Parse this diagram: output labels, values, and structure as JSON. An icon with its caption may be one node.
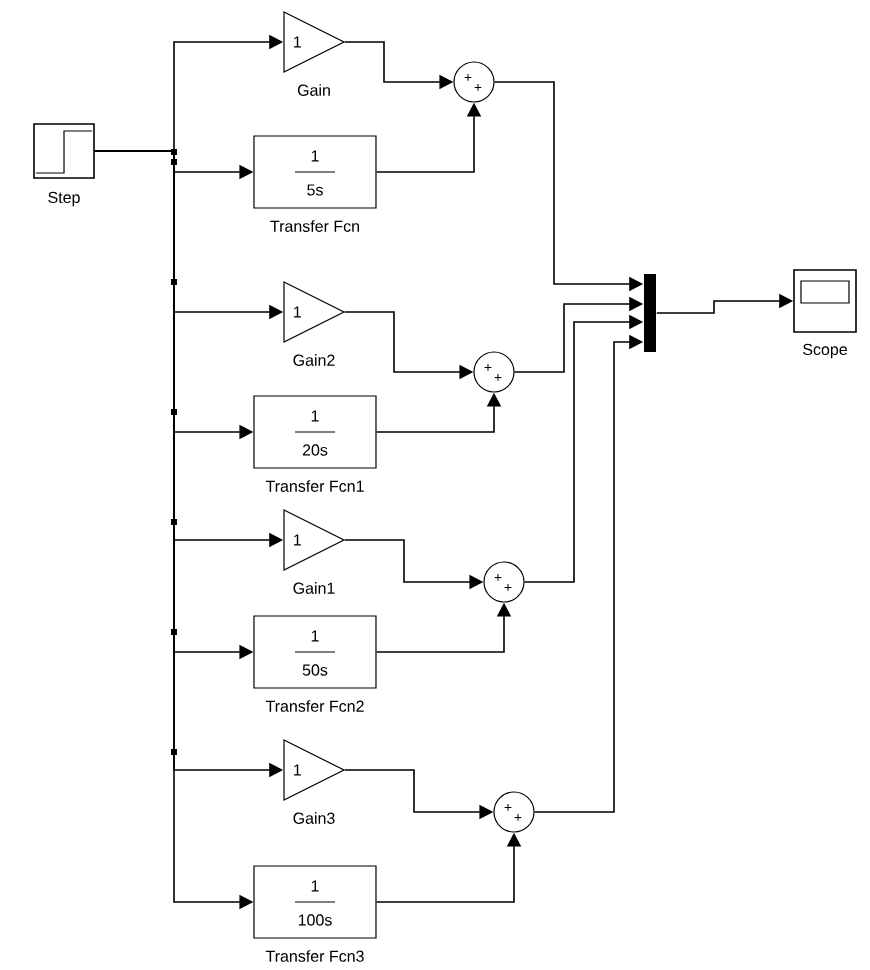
{
  "diagram": {
    "nodes": [
      {
        "text": [],
        "shape": "box",
        "beside": [
          "Step"
        ]
      },
      {
        "text": [
          "1"
        ],
        "beside": [
          "Gain"
        ]
      },
      {
        "text": [
          "1",
          "5s"
        ],
        "beside": [
          "Transfer Fcn"
        ]
      },
      {
        "text": [
          "+",
          "+"
        ]
      },
      {
        "text": [
          "1"
        ],
        "beside": [
          "Gain2"
        ]
      },
      {
        "text": [
          "1",
          "20s"
        ],
        "beside": [
          "Transfer Fcn1"
        ]
      },
      {
        "text": [
          "+",
          "+"
        ]
      },
      {
        "text": [
          "1"
        ],
        "beside": [
          "Gain1"
        ]
      },
      {
        "text": [
          "1",
          "50s"
        ],
        "beside": [
          "Transfer Fcn2"
        ]
      },
      {
        "text": [
          "+",
          "+"
        ]
      },
      {
        "text": [
          "1"
        ],
        "beside": [
          "Gain3"
        ]
      },
      {
        "text": [
          "1",
          "100s"
        ],
        "beside": [
          "Transfer Fcn3"
        ]
      },
      {
        "text": [
          "+",
          "+"
        ]
      },
      {
        "text": [],
        "shape": "bar"
      },
      {
        "text": [],
        "shape": "box",
        "beside": [
          "Scope"
        ]
      }
    ],
    "edges": [
      {
        "from": 0,
        "to": 1,
        "arrow": "to"
      },
      {
        "from": 0,
        "to": 2,
        "arrow": "to"
      },
      {
        "from": 0,
        "to": 4,
        "arrow": "to"
      },
      {
        "from": 0,
        "to": 5,
        "arrow": "to"
      },
      {
        "from": 0,
        "to": 7,
        "arrow": "to"
      },
      {
        "from": 0,
        "to": 8,
        "arrow": "to"
      },
      {
        "from": 0,
        "to": 10,
        "arrow": "to"
      },
      {
        "from": 0,
        "to": 11,
        "arrow": "to"
      },
      {
        "from": 1,
        "to": 3,
        "arrow": "to"
      },
      {
        "from": 2,
        "to": 3,
        "arrow": "to"
      },
      {
        "from": 4,
        "to": 6,
        "arrow": "to"
      },
      {
        "from": 5,
        "to": 6,
        "arrow": "to"
      },
      {
        "from": 7,
        "to": 9,
        "arrow": "to"
      },
      {
        "from": 8,
        "to": 9,
        "arrow": "to"
      },
      {
        "from": 10,
        "to": 12,
        "arrow": "to"
      },
      {
        "from": 11,
        "to": 12,
        "arrow": "to"
      },
      {
        "from": 3,
        "to": 13,
        "arrow": "to"
      },
      {
        "from": 6,
        "to": 13,
        "arrow": "to"
      },
      {
        "from": 9,
        "to": 13,
        "arrow": "to"
      },
      {
        "from": 12,
        "to": 13,
        "arrow": "to"
      },
      {
        "from": 13,
        "to": 14,
        "arrow": "to"
      }
    ]
  }
}
